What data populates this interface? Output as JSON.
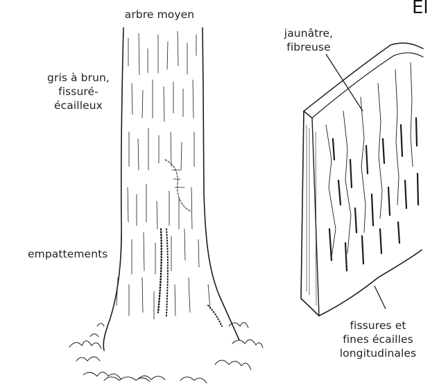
{
  "corner_fragment": "Él",
  "labels": {
    "tree_type": "arbre moyen",
    "bark_color_lines": [
      "gris à brun,",
      "fissuré-",
      "écailleux"
    ],
    "root_flare": "empattements",
    "inner_bark_lines": [
      "jaunâtre,",
      "fibreuse"
    ],
    "texture_lines": [
      "fissures et",
      "fines écailles",
      "longitudinales"
    ]
  },
  "colors": {
    "ink": "#1a1a1a",
    "background": "#ffffff"
  }
}
